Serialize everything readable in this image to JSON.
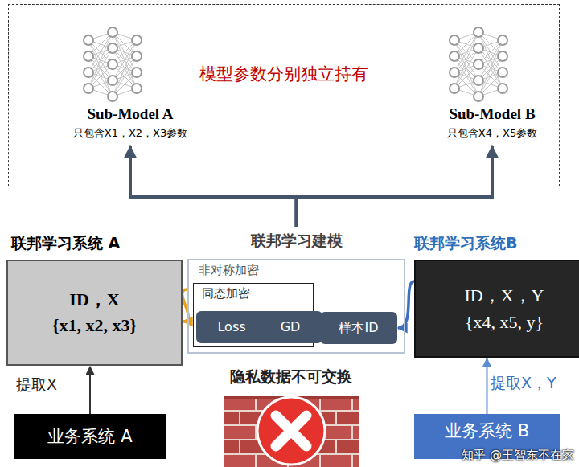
{
  "diagram": {
    "nodes": [
      {
        "text": [
          "模型参数分别独立持有"
        ]
      },
      {
        "text": [
          "Sub-Model A",
          "只包含X1，X2，X3参数"
        ],
        "in": 0
      },
      {
        "text": [
          "Sub-Model B",
          "只包含X4，X5参数"
        ],
        "in": 0
      },
      {
        "text": [
          "联邦学习系统 A",
          "ID，X",
          "{x1, x2, x3}"
        ]
      },
      {
        "text": [
          "联邦学习建模",
          "非对称加密"
        ]
      },
      {
        "text": [
          "同态加密"
        ],
        "in": 4
      },
      {
        "text": [
          "Loss"
        ],
        "in": 5
      },
      {
        "text": [
          "GD"
        ],
        "in": 5
      },
      {
        "text": [
          "样本ID"
        ],
        "in": 4
      },
      {
        "text": [
          "联邦学习系统B",
          "ID，X，Y",
          "{x4, x5, y}"
        ]
      },
      {
        "text": [
          "业务系统 A"
        ]
      },
      {
        "text": [
          "业务系统 B"
        ]
      }
    ],
    "edges": [
      {
        "from": 4,
        "to": 1,
        "arrow": "to"
      },
      {
        "from": 4,
        "to": 2,
        "arrow": "to"
      },
      {
        "from": 4,
        "to": 3,
        "arrow": "to"
      },
      {
        "from": 9,
        "to": 8,
        "arrow": "to"
      },
      {
        "from": 10,
        "to": 3,
        "arrow": "to",
        "label": "提取X"
      },
      {
        "from": 11,
        "to": 9,
        "arrow": "to",
        "label": "提取X，Y"
      }
    ],
    "labels": [
      "隐私数据不可交换",
      "知乎 @王智东不在家"
    ]
  }
}
